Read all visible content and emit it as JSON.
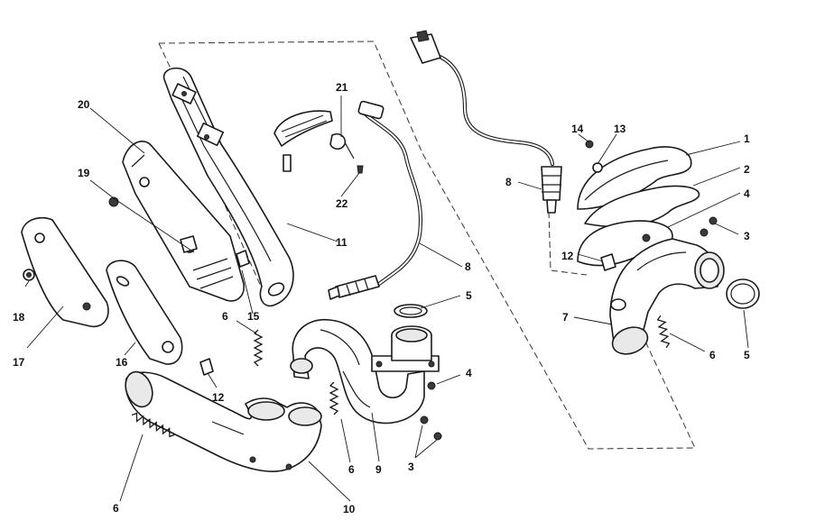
{
  "callouts": [
    {
      "id": "c1",
      "text": "1"
    },
    {
      "id": "c2",
      "text": "2"
    },
    {
      "id": "c3a",
      "text": "3"
    },
    {
      "id": "c3b",
      "text": "3"
    },
    {
      "id": "c4a",
      "text": "4"
    },
    {
      "id": "c4b",
      "text": "4"
    },
    {
      "id": "c5a",
      "text": "5"
    },
    {
      "id": "c5b",
      "text": "5"
    },
    {
      "id": "c6a",
      "text": "6"
    },
    {
      "id": "c6b",
      "text": "6"
    },
    {
      "id": "c6c",
      "text": "6"
    },
    {
      "id": "c6d",
      "text": "6"
    },
    {
      "id": "c7",
      "text": "7"
    },
    {
      "id": "c8a",
      "text": "8"
    },
    {
      "id": "c8b",
      "text": "8"
    },
    {
      "id": "c9",
      "text": "9"
    },
    {
      "id": "c10",
      "text": "10"
    },
    {
      "id": "c11",
      "text": "11"
    },
    {
      "id": "c12a",
      "text": "12"
    },
    {
      "id": "c12b",
      "text": "12"
    },
    {
      "id": "c13",
      "text": "13"
    },
    {
      "id": "c14",
      "text": "14"
    },
    {
      "id": "c15",
      "text": "15"
    },
    {
      "id": "c16",
      "text": "16"
    },
    {
      "id": "c17",
      "text": "17"
    },
    {
      "id": "c18",
      "text": "18"
    },
    {
      "id": "c19",
      "text": "19"
    },
    {
      "id": "c20",
      "text": "20"
    },
    {
      "id": "c21",
      "text": "21"
    },
    {
      "id": "c22",
      "text": "22"
    }
  ]
}
